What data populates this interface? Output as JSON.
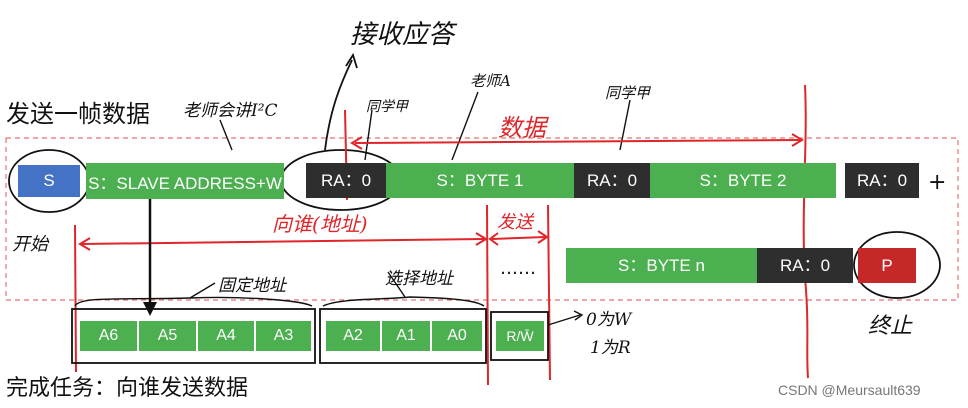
{
  "title_top": "发送一帧数据",
  "bottom_caption": "完成任务：向谁发送数据",
  "watermark": "CSDN @Meursault639",
  "handwritten": {
    "ack": "接收应答",
    "teacher_i2c": "老师会讲I²C",
    "classmate": "同学甲",
    "teacher_a": "老师A",
    "classmate_b": "同学甲",
    "data": "数据",
    "start": "开始",
    "to_whom": "向谁(地址)",
    "send": "发送",
    "fixed_addr": "固定地址",
    "select_addr": "选择地址",
    "zero_w": "0为W",
    "one_r": "1为R",
    "stop": "终止"
  },
  "row1": {
    "s": "S",
    "slave_addr": "S：SLAVE ADDRESS+W",
    "ra1": "RA：0",
    "byte1": "S：BYTE 1",
    "ra2": "RA：0",
    "byte2": "S：BYTE 2",
    "ra3": "RA：0",
    "plus": "+"
  },
  "row2": {
    "dots": "……",
    "byten": "S：BYTE n",
    "ra": "RA：0",
    "p": "P"
  },
  "bits": [
    "A6",
    "A5",
    "A4",
    "A3",
    "A2",
    "A1",
    "A0",
    "R/W̄"
  ],
  "colors": {
    "green": "#4caf50",
    "dark": "#2e2e2e",
    "blue": "#4472c4",
    "red": "#c62828",
    "annotation_red": "#e0262a"
  }
}
